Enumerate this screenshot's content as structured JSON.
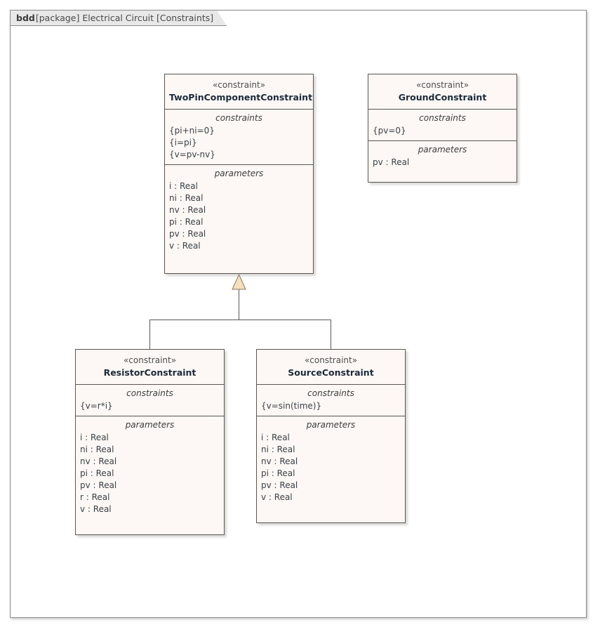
{
  "frame": {
    "kind": "bdd",
    "scope": "[package]",
    "name": "Electrical Circuit",
    "view": "[Constraints]"
  },
  "labels": {
    "stereotype": "«constraint»",
    "constraints_title": "constraints",
    "parameters_title": "parameters"
  },
  "colors": {
    "block_fill": "#fdf8f5",
    "block_border": "#5c5550",
    "frame_border": "#8a8a8a",
    "tab_fill": "#e8e8e8",
    "connector": "#585858",
    "arrow_fill": "#f7e0ba",
    "canvas": "#ffffff"
  },
  "blocks": {
    "two_pin": {
      "stereotype": "«constraint»",
      "name": "TwoPinComponentConstraint",
      "constraints_title": "constraints",
      "constraints": [
        "{pi+ni=0}",
        "{i=pi}",
        "{v=pv-nv}"
      ],
      "parameters_title": "parameters",
      "parameters": [
        "i : Real",
        "ni : Real",
        "nv : Real",
        "pi : Real",
        "pv : Real",
        "v : Real"
      ]
    },
    "ground": {
      "stereotype": "«constraint»",
      "name": "GroundConstraint",
      "constraints_title": "constraints",
      "constraints": [
        "{pv=0}"
      ],
      "parameters_title": "parameters",
      "parameters": [
        "pv : Real"
      ]
    },
    "resistor": {
      "stereotype": "«constraint»",
      "name": "ResistorConstraint",
      "constraints_title": "constraints",
      "constraints": [
        "{v=r*i}"
      ],
      "parameters_title": "parameters",
      "parameters": [
        "i : Real",
        "ni : Real",
        "nv : Real",
        "pi : Real",
        "pv : Real",
        "r : Real",
        "v : Real"
      ]
    },
    "source": {
      "stereotype": "«constraint»",
      "name": "SourceConstraint",
      "constraints_title": "constraints",
      "constraints": [
        "{v=sin(time)}"
      ],
      "parameters_title": "parameters",
      "parameters": [
        "i : Real",
        "ni : Real",
        "nv : Real",
        "pi : Real",
        "pv : Real",
        "v : Real"
      ]
    }
  },
  "relationships": [
    {
      "type": "generalization",
      "from": "ResistorConstraint",
      "to": "TwoPinComponentConstraint"
    },
    {
      "type": "generalization",
      "from": "SourceConstraint",
      "to": "TwoPinComponentConstraint"
    }
  ]
}
